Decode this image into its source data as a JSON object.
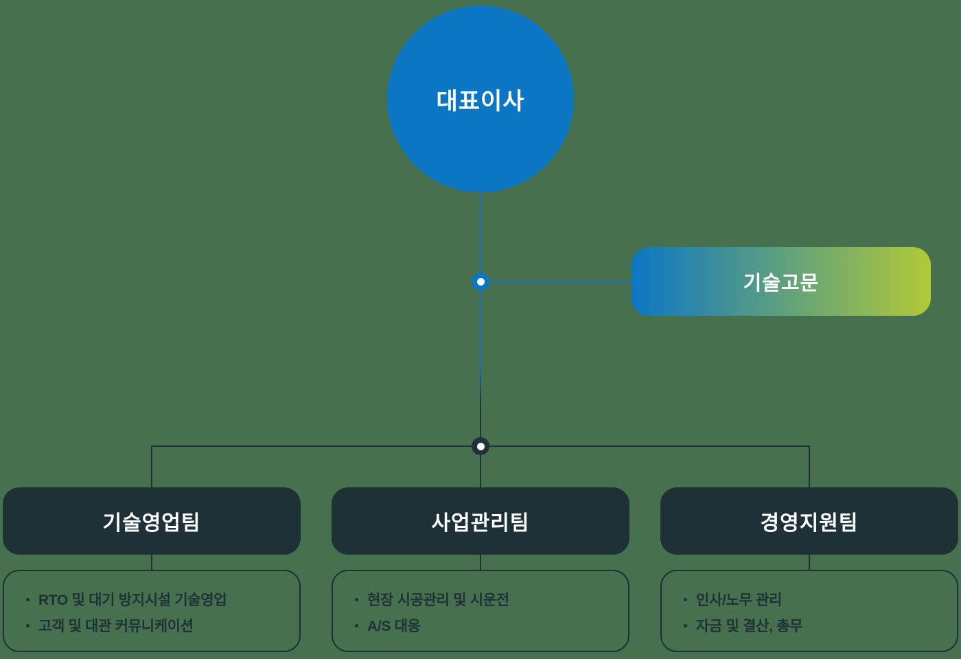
{
  "org_chart": {
    "ceo": {
      "label": "대표이사"
    },
    "advisor": {
      "label": "기술고문"
    },
    "teams": [
      {
        "title": "기술영업팀",
        "bullets": [
          "RTO 및 대기 방지시설 기술영업",
          "고객 및 대관 커뮤니케이션"
        ]
      },
      {
        "title": "사업관리팀",
        "bullets": [
          "현장 시공관리 및 시운전",
          "A/S 대응"
        ]
      },
      {
        "title": "경영지원팀",
        "bullets": [
          "인사/노무 관리",
          "자금 및 결산, 총무"
        ]
      }
    ],
    "colors": {
      "background": "#47714e",
      "primary_blue": "#0b76c4",
      "dark_slate": "#1e3137",
      "gradient_start": "#0b76c4",
      "gradient_end": "#b1ca39"
    }
  }
}
